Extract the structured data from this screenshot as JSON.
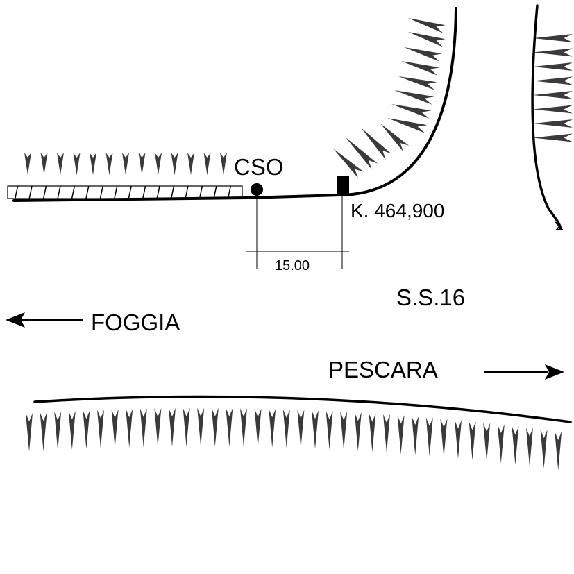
{
  "labels": {
    "cso": "CSO",
    "km": "K. 464,900",
    "dimension": "15.00",
    "road": "S.S.16",
    "west_destination": "FOGGIA",
    "east_destination": "PESCARA"
  },
  "colors": {
    "ink": "#000000",
    "embankment": "#3a3a3a",
    "background": "#ffffff"
  },
  "icons": {
    "west_arrow": "arrow-left-icon",
    "east_arrow": "arrow-right-icon",
    "cso_marker": "circle-marker-icon",
    "km_marker": "square-marker-icon"
  }
}
